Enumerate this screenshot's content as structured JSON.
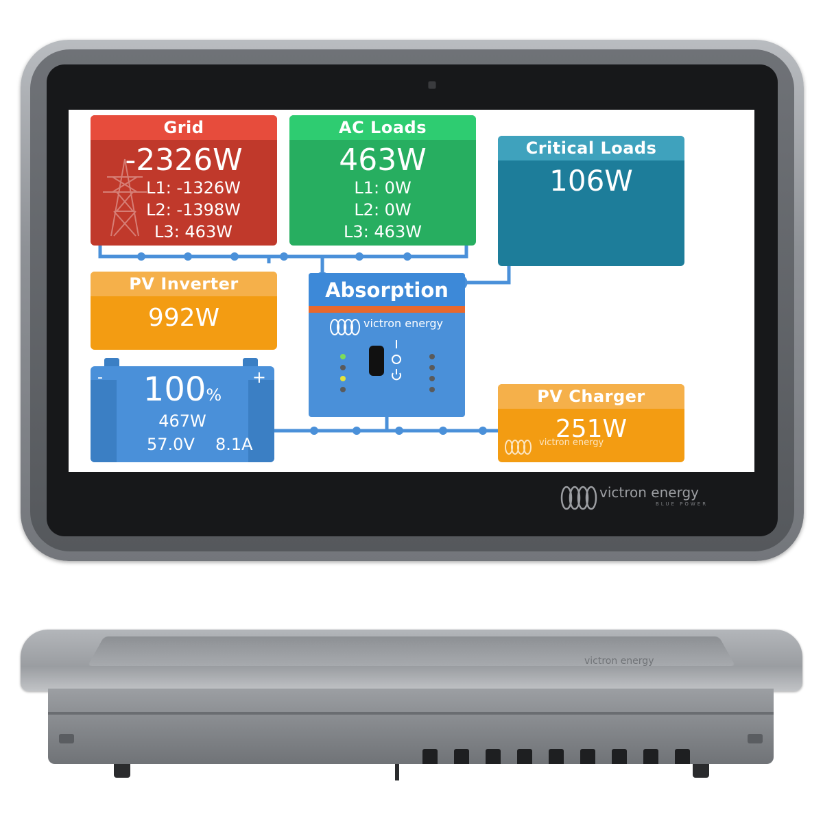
{
  "grid": {
    "title": "Grid",
    "total": "-2326W",
    "l1": "L1: -1326W",
    "l2": "L2: -1398W",
    "l3": "L3: 463W"
  },
  "ac_loads": {
    "title": "AC Loads",
    "total": "463W",
    "l1": "L1: 0W",
    "l2": "L2: 0W",
    "l3": "L3: 463W"
  },
  "critical_loads": {
    "title": "Critical Loads",
    "total": "106W"
  },
  "pv_inverter": {
    "title": "PV Inverter",
    "power": "992W"
  },
  "battery": {
    "soc": "100",
    "soc_unit": "%",
    "power": "467W",
    "voltage": "57.0V",
    "current": "8.1A",
    "minus": "-",
    "plus": "+"
  },
  "inverter": {
    "state": "Absorption",
    "brand": "victron energy"
  },
  "pv_charger": {
    "title": "PV Charger",
    "power": "251W",
    "brand": "victron energy"
  },
  "device": {
    "brand": "victron energy",
    "tagline": "BLUE POWER"
  },
  "colors": {
    "grid": "#c0392b",
    "ac_loads": "#27ae60",
    "critical_loads": "#1d7d9a",
    "pv": "#f39c12",
    "battery": "#4a90d9",
    "flow_line": "#4a90d9"
  }
}
